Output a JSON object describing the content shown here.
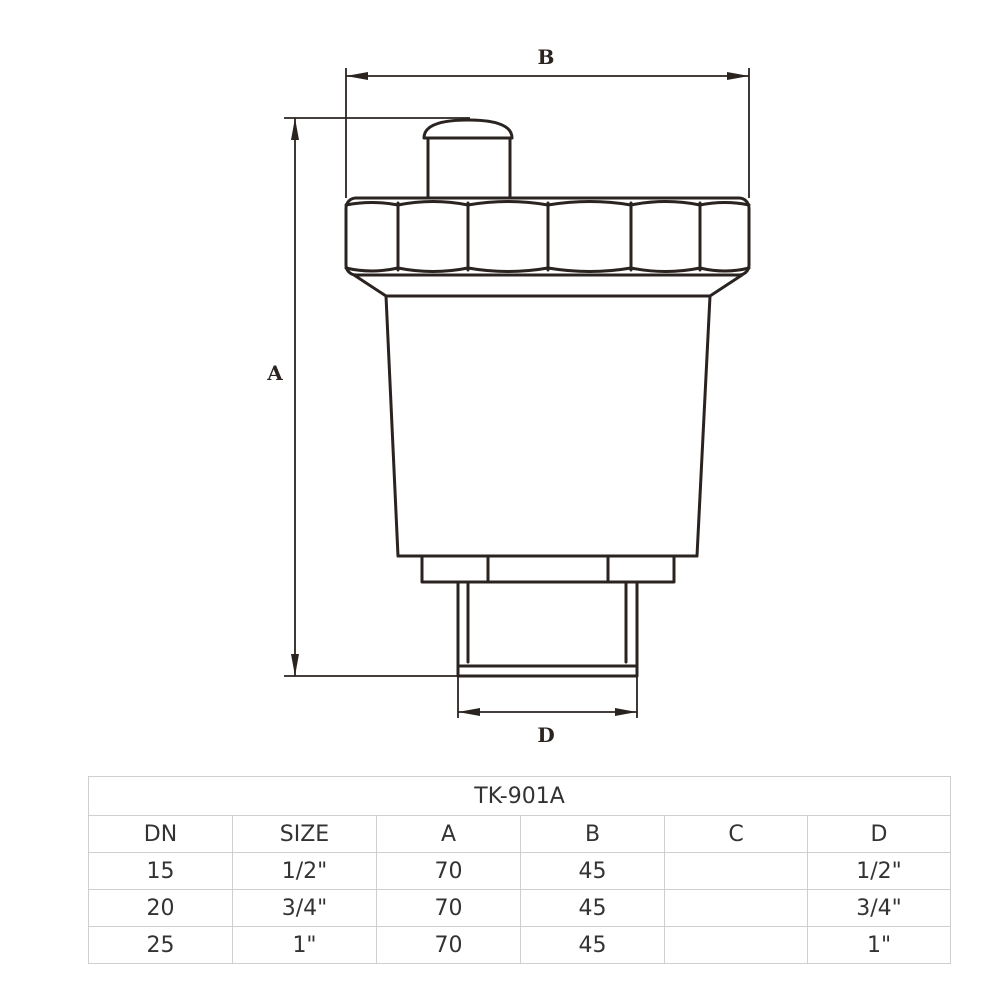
{
  "drawing": {
    "dimension_labels": {
      "a": "A",
      "b": "B",
      "d": "D"
    }
  },
  "table": {
    "model": "TK-901A",
    "headers": [
      "DN",
      "SIZE",
      "A",
      "B",
      "C",
      "D"
    ],
    "rows": [
      [
        "15",
        "1/2\"",
        "70",
        "45",
        "",
        "1/2\""
      ],
      [
        "20",
        "3/4\"",
        "70",
        "45",
        "",
        "3/4\""
      ],
      [
        "25",
        "1\"",
        "70",
        "45",
        "",
        "1\""
      ]
    ]
  }
}
